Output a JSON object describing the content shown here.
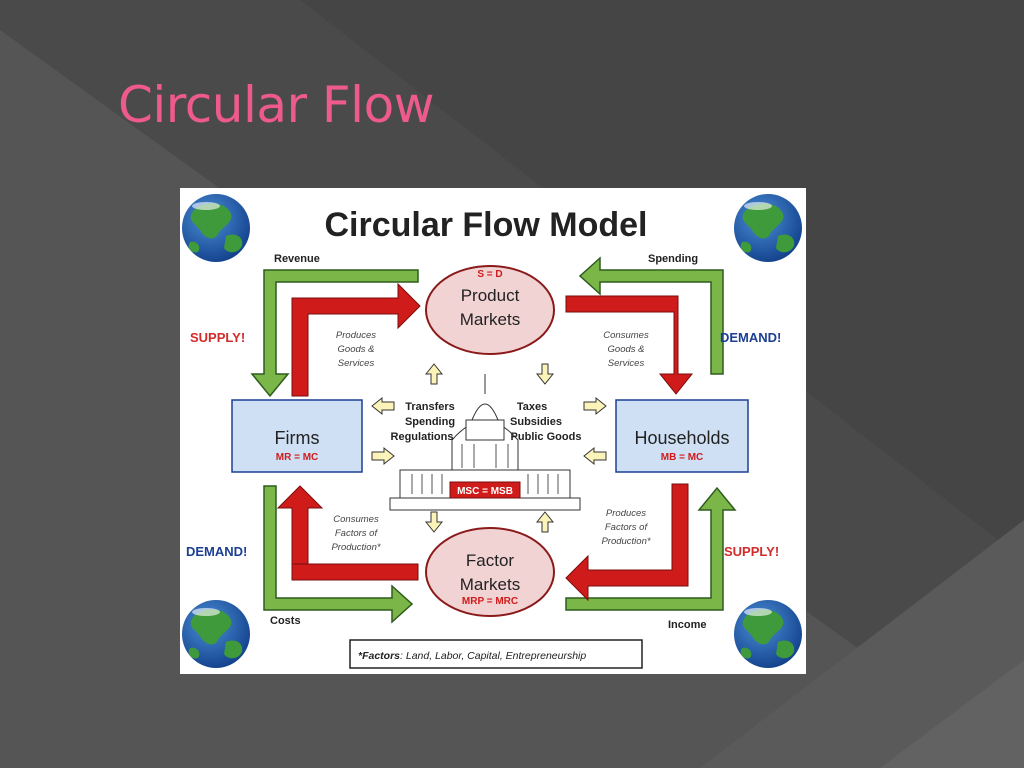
{
  "slide": {
    "title": "Circular Flow",
    "colors": {
      "title": "#ee5a8c",
      "background": "#3f3f3f"
    }
  },
  "diagram": {
    "title": "Circular Flow Model",
    "colors": {
      "green_arrow": "#7ab648",
      "red_arrow": "#d01b1b",
      "box_fill": "#cfe0f5",
      "oval_fill": "#f2d3d3",
      "supply_red": "#d22b2b",
      "demand_blue": "#1c3f94"
    },
    "product_market": {
      "equation": "S = D",
      "line1": "Product",
      "line2": "Markets"
    },
    "factor_market": {
      "line1": "Factor",
      "line2": "Markets",
      "equation": "MRP = MRC"
    },
    "firms": {
      "label": "Firms",
      "equation": "MR = MC"
    },
    "households": {
      "label": "Households",
      "equation": "MB = MC"
    },
    "government": {
      "left": [
        "Transfers",
        "Spending",
        "Regulations"
      ],
      "right": [
        "Taxes",
        "Subsidies",
        "Public Goods"
      ],
      "equation": "MSC = MSB"
    },
    "flows": {
      "revenue": "Revenue",
      "spending": "Spending",
      "costs": "Costs",
      "income": "Income",
      "produces_goods": [
        "Produces",
        "Goods &",
        "Services"
      ],
      "consumes_goods": [
        "Consumes",
        "Goods &",
        "Services"
      ],
      "consumes_factors": [
        "Consumes",
        "Factors of",
        "Production*"
      ],
      "produces_factors": [
        "Produces",
        "Factors of",
        "Production*"
      ]
    },
    "supply_left": "SUPPLY!",
    "demand_right": "DEMAND!",
    "demand_left": "DEMAND!",
    "supply_right": "SUPPLY!",
    "footnote": {
      "bold": "*Factors",
      "rest": ": Land, Labor, Capital, Entrepreneurship"
    },
    "icons": [
      "globe-icon",
      "capitol-building-icon"
    ]
  }
}
